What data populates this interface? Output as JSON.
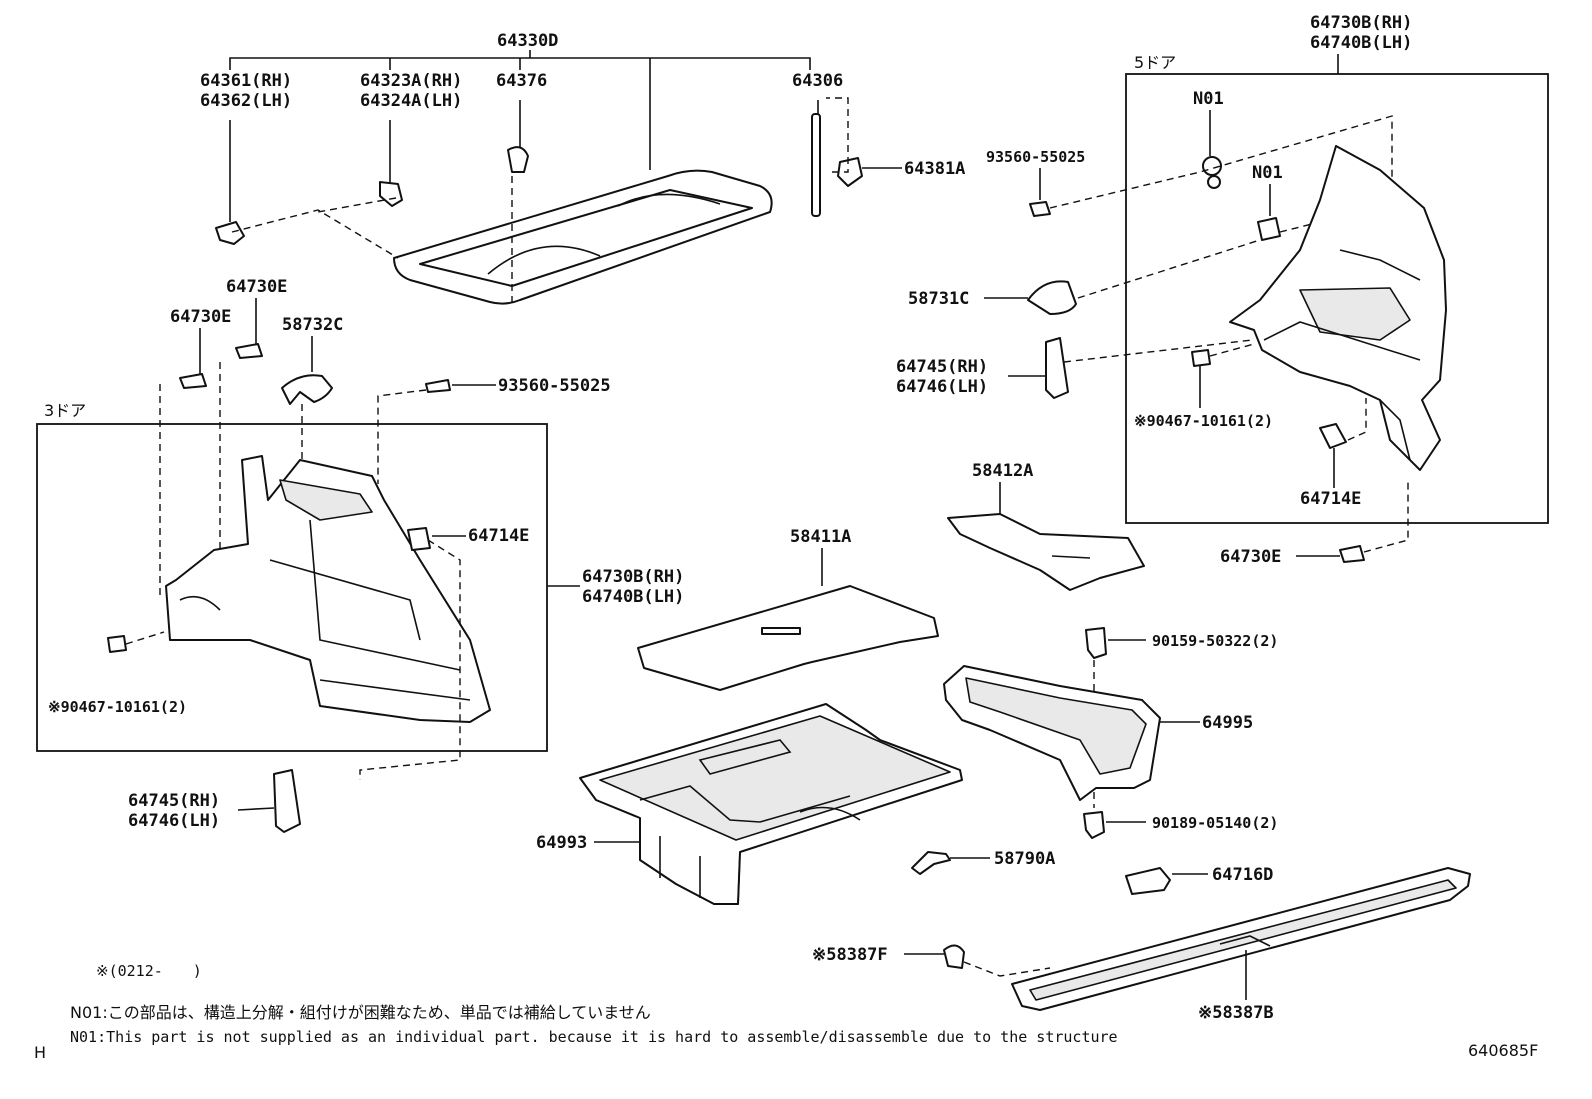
{
  "labels": {
    "shelf_assy": "64330D",
    "hinge_rh": "64361(RH)",
    "hinge_lh": "64362(LH)",
    "holder_rh": "64323A(RH)",
    "holder_lh": "64324A(LH)",
    "clip_64376": "64376",
    "strap_64306": "64306",
    "hook_64381A": "64381A",
    "screw_top": "93560-55025",
    "clip_e1": "64730E",
    "clip_e2": "64730E",
    "cover_58732C": "58732C",
    "screw_mid": "93560-55025",
    "door3_label": "3ドア",
    "clip_64714E_left": "64714E",
    "trim_left_rh": "64730B(RH)",
    "trim_left_lh": "64740B(LH)",
    "screw_left_star": "※90467-10161(2)",
    "vent_left_rh": "64745(RH)",
    "vent_left_lh": "64746(LH)",
    "trim_right_rh": "64730B(RH)",
    "trim_right_lh": "64740B(LH)",
    "door5_label": "5ドア",
    "n01_a": "N01",
    "n01_b": "N01",
    "cover_58731C": "58731C",
    "vent_right_rh": "64745(RH)",
    "vent_right_lh": "64746(LH)",
    "screw_right_star": "※90467-10161(2)",
    "clip_64714E_right": "64714E",
    "clip_64730E_right": "64730E",
    "mat_58412A": "58412A",
    "board_58411A": "58411A",
    "bolt_90159": "90159-50322(2)",
    "tray_64995": "64995",
    "nut_90189": "90189-05140(2)",
    "box_64993": "64993",
    "hook_58790A": "58790A",
    "cap_64716D": "64716D",
    "clip_58387F": "※58387F",
    "plate_58387B": "※58387B"
  },
  "notes": {
    "date_range": "※(0212-　　)",
    "n01_jp": "N01:この部品は、構造上分解・組付けが困難なため、単品では補給していません",
    "n01_en": "N01:This part is not supplied as an individual part. because it is hard to assemble/disassemble due to the structure",
    "corner_mark": "H",
    "figure_id": "640685F"
  }
}
